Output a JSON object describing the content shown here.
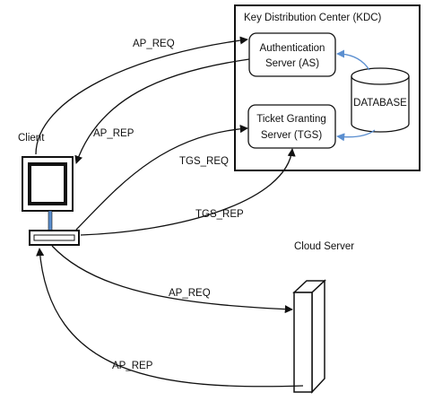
{
  "kdc": {
    "title": "Key Distribution Center (KDC)"
  },
  "authentication_server": {
    "line1": "Authentication",
    "line2": "Server (AS)"
  },
  "ticket_granting_server": {
    "line1": "Ticket Granting",
    "line2": "Server (TGS)"
  },
  "database": {
    "label": "DATABASE"
  },
  "client": {
    "label": "Client"
  },
  "cloud_server": {
    "label": "Cloud Server"
  },
  "messages": {
    "ap_req_kdc": "AP_REQ",
    "ap_rep_kdc": "AP_REP",
    "tgs_req": "TGS_REQ",
    "tgs_rep": "TGS_REP",
    "ap_req_cloud": "AP_REQ",
    "ap_rep_cloud": "AP_REP"
  },
  "colors": {
    "line": "#111111",
    "database_arrow": "#5b8fd0",
    "monitor_screen": "#ffffff",
    "cable": "#5b8fd0"
  }
}
